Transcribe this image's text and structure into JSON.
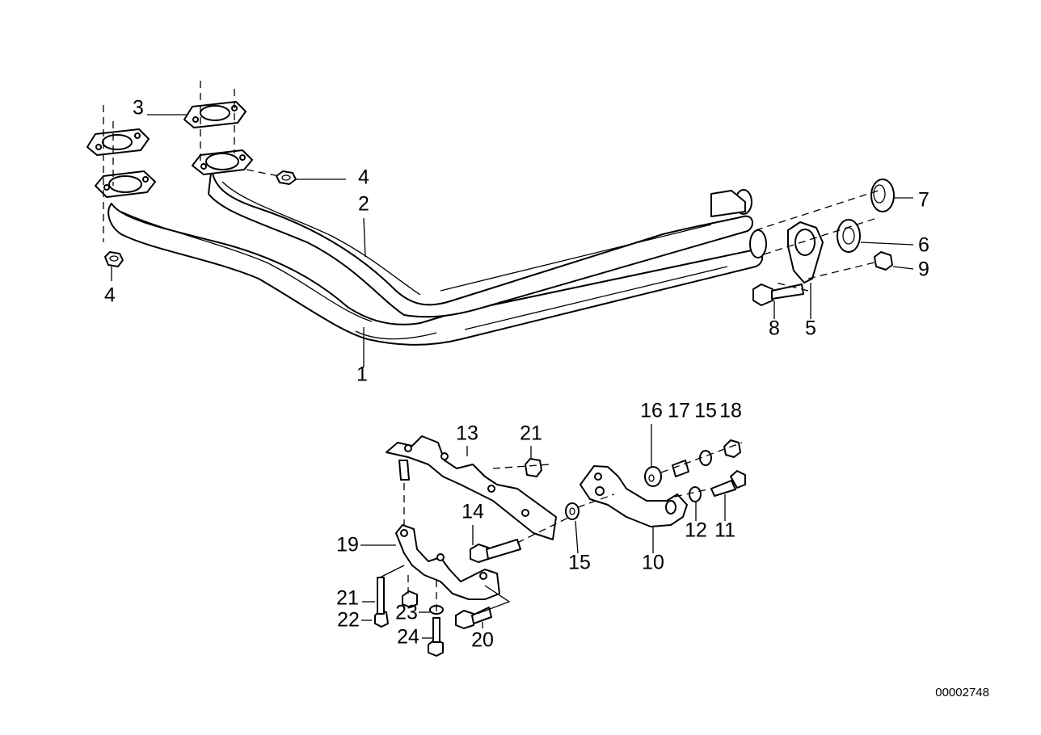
{
  "diagram": {
    "document_number": "00002748",
    "callouts": [
      {
        "id": "c1",
        "label": "1"
      },
      {
        "id": "c2",
        "label": "2"
      },
      {
        "id": "c3",
        "label": "3"
      },
      {
        "id": "c4a",
        "label": "4"
      },
      {
        "id": "c4b",
        "label": "4"
      },
      {
        "id": "c5",
        "label": "5"
      },
      {
        "id": "c6",
        "label": "6"
      },
      {
        "id": "c7",
        "label": "7"
      },
      {
        "id": "c8",
        "label": "8"
      },
      {
        "id": "c9",
        "label": "9"
      },
      {
        "id": "c10",
        "label": "10"
      },
      {
        "id": "c11",
        "label": "11"
      },
      {
        "id": "c12",
        "label": "12"
      },
      {
        "id": "c13",
        "label": "13"
      },
      {
        "id": "c14",
        "label": "14"
      },
      {
        "id": "c15a",
        "label": "15"
      },
      {
        "id": "c15b",
        "label": "15"
      },
      {
        "id": "c16",
        "label": "16"
      },
      {
        "id": "c17",
        "label": "17"
      },
      {
        "id": "c18",
        "label": "18"
      },
      {
        "id": "c19",
        "label": "19"
      },
      {
        "id": "c20",
        "label": "20"
      },
      {
        "id": "c21a",
        "label": "21"
      },
      {
        "id": "c21b",
        "label": "21"
      },
      {
        "id": "c22",
        "label": "22"
      },
      {
        "id": "c23",
        "label": "23"
      },
      {
        "id": "c24",
        "label": "24"
      }
    ]
  }
}
